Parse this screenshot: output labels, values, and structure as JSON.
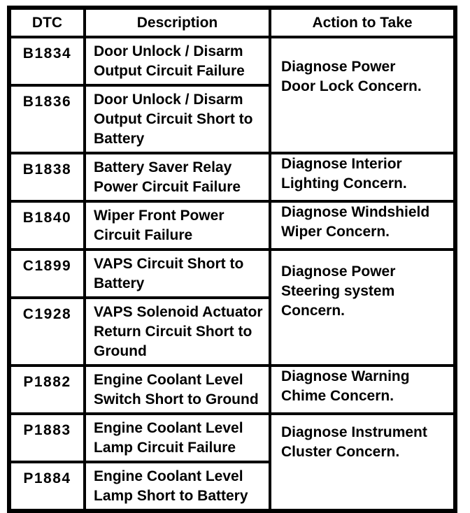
{
  "table": {
    "headers": [
      "DTC",
      "Description",
      "Action to Take"
    ],
    "rows": [
      {
        "dtc": "B1834",
        "description": "Door Unlock / Disarm\nOutput Circuit Failure"
      },
      {
        "dtc": "B1836",
        "description": "Door Unlock / Disarm\nOutput Circuit Short to\nBattery"
      },
      {
        "dtc": "B1838",
        "description": "Battery Saver Relay\nPower Circuit Failure"
      },
      {
        "dtc": "B1840",
        "description": "Wiper Front Power\nCircuit Failure"
      },
      {
        "dtc": "C1899",
        "description": "VAPS Circuit Short to\nBattery"
      },
      {
        "dtc": "C1928",
        "description": "VAPS Solenoid Actuator\nReturn Circuit Short to\nGround"
      },
      {
        "dtc": "P1882",
        "description": "Engine Coolant Level\nSwitch Short to Ground"
      },
      {
        "dtc": "P1883",
        "description": "Engine Coolant Level\nLamp Circuit Failure"
      },
      {
        "dtc": "P1884",
        "description": "Engine Coolant Level\nLamp Short to Battery"
      }
    ],
    "actions": [
      {
        "text": "Diagnose Power\nDoor Lock Concern.",
        "applies_to": [
          "B1834",
          "B1836"
        ]
      },
      {
        "text": "Diagnose Interior\nLighting Concern.",
        "applies_to": [
          "B1838"
        ]
      },
      {
        "text": "Diagnose Windshield\nWiper Concern.",
        "applies_to": [
          "B1840"
        ]
      },
      {
        "text": "Diagnose Power\nSteering system\nConcern.",
        "applies_to": [
          "C1899",
          "C1928"
        ]
      },
      {
        "text": "Diagnose Warning\nChime Concern.",
        "applies_to": [
          "P1882"
        ]
      },
      {
        "text": "Diagnose Instrument\nCluster Concern.",
        "applies_to": [
          "P1883",
          "P1884"
        ]
      }
    ],
    "colors": {
      "border": "#000000",
      "text": "#000000",
      "background": "#ffffff"
    }
  }
}
